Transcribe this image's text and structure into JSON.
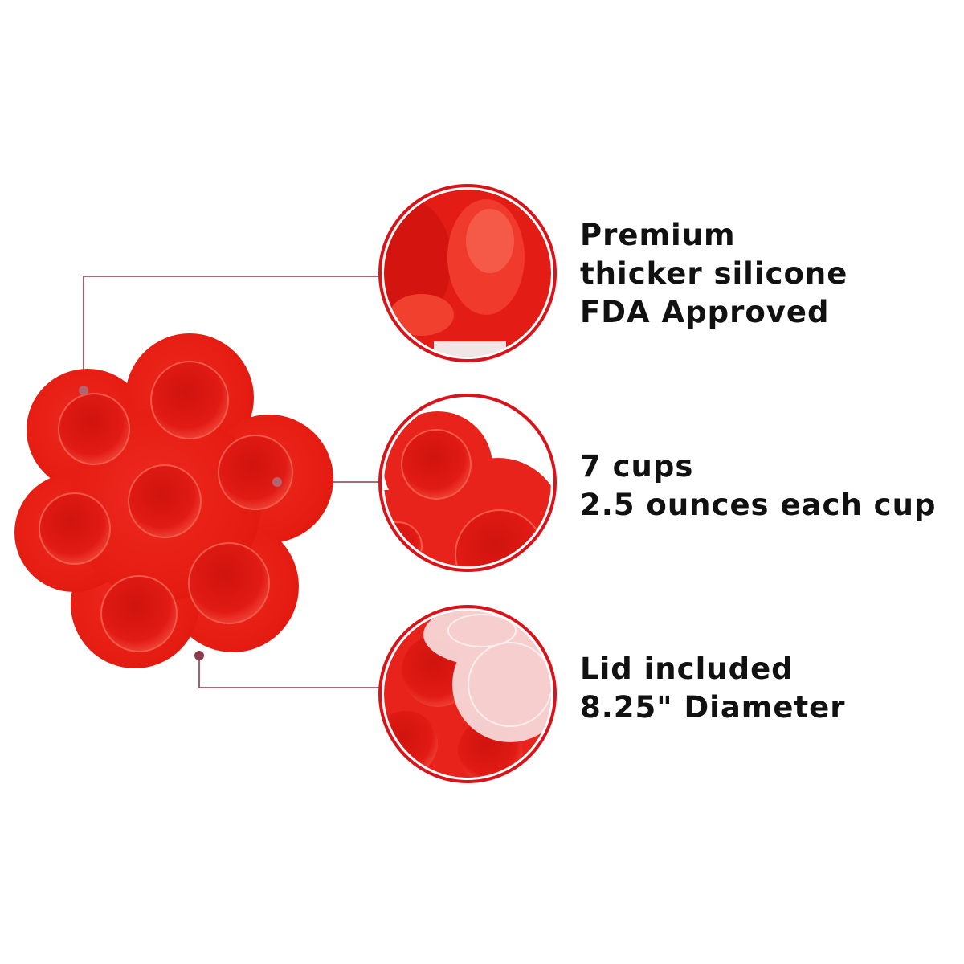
{
  "colors": {
    "silicone": "#e8201a",
    "silicone_dark": "#c7140f",
    "ring": "#d8131a",
    "connector": "#8a3a4a",
    "lid": "#f7dede",
    "text": "#111111"
  },
  "features": [
    {
      "lines": [
        "Premium",
        "thicker silicone",
        "FDA Approved"
      ]
    },
    {
      "lines": [
        "7 cups",
        "2.5 ounces each cup"
      ]
    },
    {
      "lines": [
        "Lid included",
        "8.25\" Diameter"
      ]
    }
  ]
}
